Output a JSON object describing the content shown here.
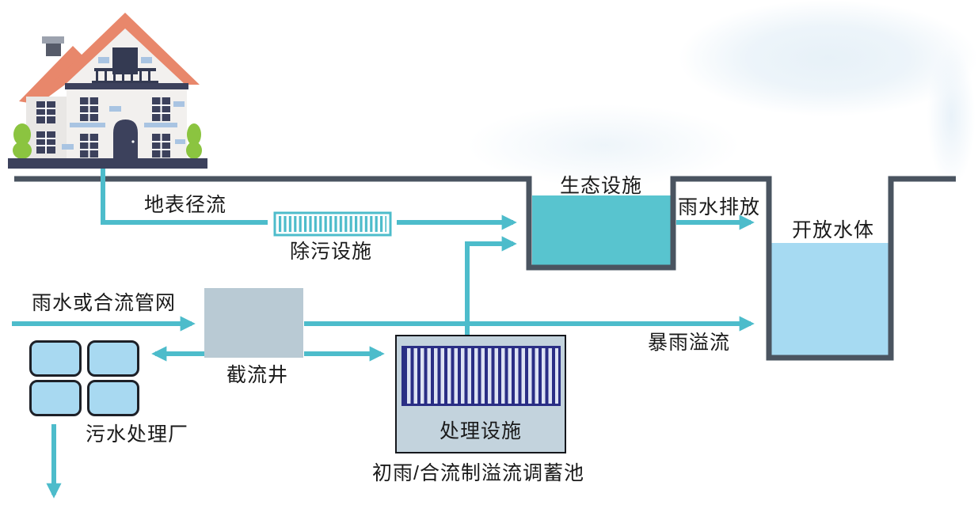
{
  "diagram": {
    "title_hint": "urban stormwater / combined sewer flow schematic",
    "labels": {
      "surface_runoff": "地表径流",
      "pollution_removal_facility": "除污设施",
      "ecological_facility": "生态设施",
      "stormwater_discharge": "雨水排放",
      "open_water_body": "开放水体",
      "storm_or_combined_network": "雨水或合流管网",
      "interception_well": "截流井",
      "storm_overflow": "暴雨溢流",
      "sewage_treatment_plant": "污水处理厂",
      "treatment_facility": "处理设施",
      "storage_tank": "初雨/合流制溢流调蓄池"
    },
    "colors": {
      "flow_line": "#4dbccb",
      "ground_line": "#4a5460",
      "eco_water": "#58c4cf",
      "open_water": "#a6daf2",
      "well_fill": "#b9cad4",
      "tank_fill": "#c3d3dd",
      "tank_stripe": "#2a2e85",
      "plant_unit_fill": "#a8d9f1",
      "roof": "#e8876b",
      "bush": "#8bc440"
    }
  }
}
